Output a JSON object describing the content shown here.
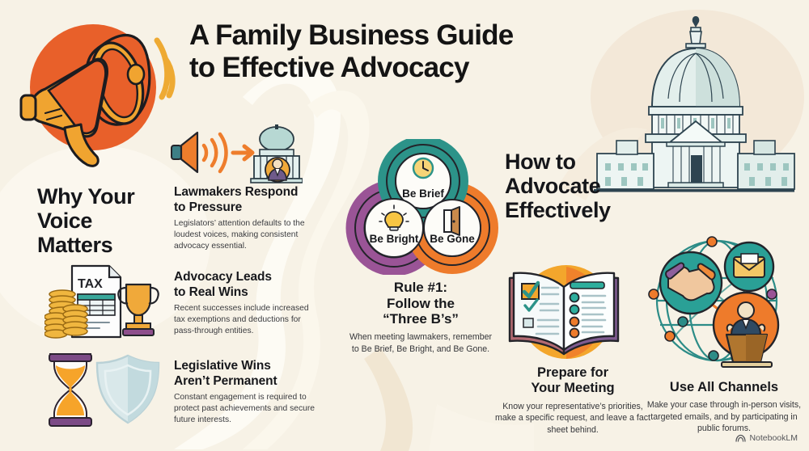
{
  "poster": {
    "title_lines": [
      "A Family Business Guide",
      "to Effective Advocacy"
    ],
    "background_color": "#f7f2e6",
    "accent_orange": "#e8632a",
    "accent_teal": "#2a9d8f",
    "accent_purple": "#8e4f8c",
    "accent_gold": "#f0a92e",
    "text_color": "#17181c"
  },
  "left_column": {
    "heading_lines": [
      "Why Your",
      "Voice",
      "Matters"
    ],
    "illustrations": [
      "megaphone-illustration",
      "tax-coins-trophy-illustration",
      "hourglass-shield-illustration"
    ]
  },
  "points": [
    {
      "id": "lawmakers-respond",
      "title_lines": [
        "Lawmakers Respond",
        "to Pressure"
      ],
      "body": "Legislators’ attention defaults to the loudest voices, making consistent advocacy essential.",
      "icon": "speaker-arrow-capitol-icon"
    },
    {
      "id": "advocacy-real-wins",
      "title_lines": [
        "Advocacy Leads",
        "to Real Wins"
      ],
      "body": "Recent successes include increased tax exemptions and deductions for pass-through entities.",
      "icon": "tax-coins-trophy-icon"
    },
    {
      "id": "wins-not-permanent",
      "title_lines": [
        "Legislative Wins",
        "Aren’t Permanent"
      ],
      "body": "Constant engagement is required to protect past achievements and secure future interests.",
      "icon": "hourglass-shield-icon"
    }
  ],
  "three_bs": {
    "rings": [
      {
        "label": "Be Brief",
        "icon": "clock-icon",
        "color": "#2c9389"
      },
      {
        "label": "Be Bright",
        "icon": "lightbulb-icon",
        "color": "#9a5496"
      },
      {
        "label": "Be Gone",
        "icon": "door-icon",
        "color": "#ee7b2b"
      }
    ],
    "caption_title_lines": [
      "Rule #1:",
      "Follow the",
      "“Three B’s”"
    ],
    "caption_body": "When meeting lawmakers, remember to Be Brief, Be Bright, and Be Gone."
  },
  "right_column": {
    "heading_lines": [
      "How to",
      "Advocate",
      "Effectively"
    ],
    "capitol_illustration": "us-capitol-illustration"
  },
  "right_points": [
    {
      "id": "prepare-meeting",
      "title_lines": [
        "Prepare for",
        "Your Meeting"
      ],
      "body": "Know your representative’s priorities, make a specific request, and leave a fact sheet behind.",
      "icon": "open-book-checklist-icon"
    },
    {
      "id": "use-all-channels",
      "title_lines": [
        "Use All Channels"
      ],
      "body": "Make your case through in-person visits, targeted emails, and by participating in public forums.",
      "icon": "globe-network-icon"
    }
  ],
  "watermark": {
    "label": "NotebookLM",
    "icon": "notebooklm-logo-icon"
  }
}
